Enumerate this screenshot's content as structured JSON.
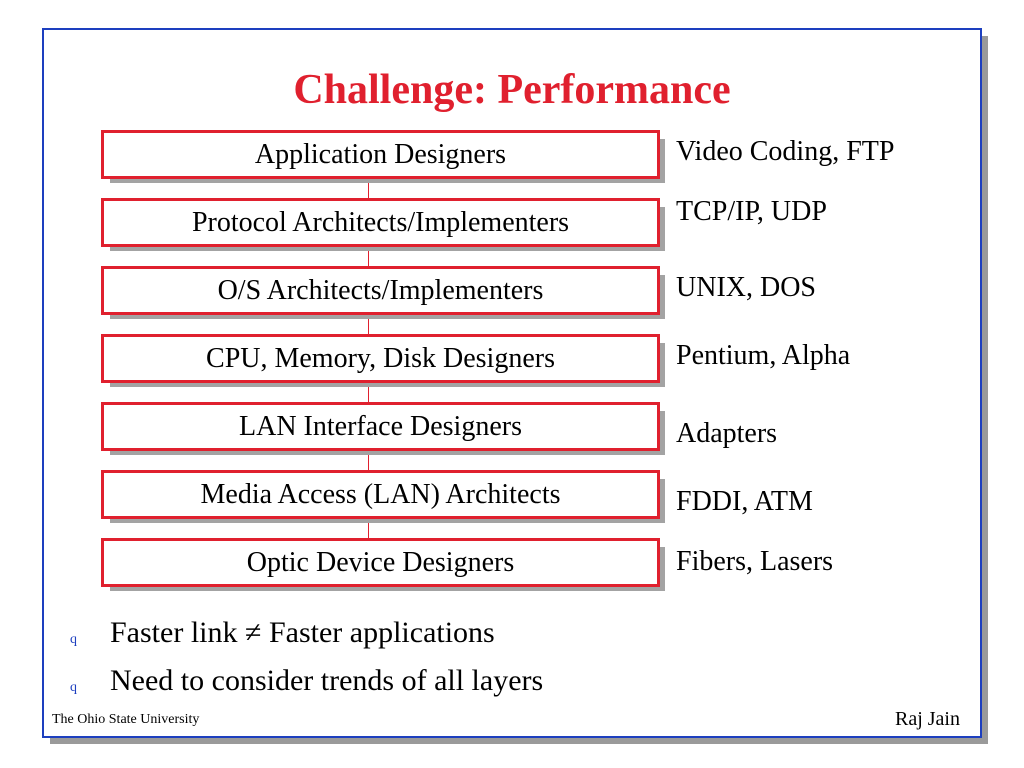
{
  "slide": {
    "title": "Challenge: Performance",
    "layers": [
      {
        "label": "Application Designers",
        "example": "Video Coding, FTP"
      },
      {
        "label": "Protocol Architects/Implementers",
        "example": "TCP/IP, UDP"
      },
      {
        "label": "O/S Architects/Implementers",
        "example": "UNIX, DOS"
      },
      {
        "label": "CPU, Memory, Disk Designers",
        "example": "Pentium, Alpha"
      },
      {
        "label": "LAN Interface Designers",
        "example": "Adapters"
      },
      {
        "label": "Media Access (LAN) Architects",
        "example": "FDDI, ATM"
      },
      {
        "label": "Optic Device Designers",
        "example": "Fibers, Lasers"
      }
    ],
    "bullets": [
      {
        "marker": "q",
        "text": "Faster link ≠ Faster applications"
      },
      {
        "marker": "q",
        "text": "Need to consider trends of all layers"
      }
    ],
    "footer_left": "The Ohio State University",
    "footer_right": "Raj Jain"
  },
  "colors": {
    "title": "#e0202e",
    "box_border": "#e0202e",
    "frame_border": "#1d3fbf",
    "shadow": "#a3a3a3"
  }
}
